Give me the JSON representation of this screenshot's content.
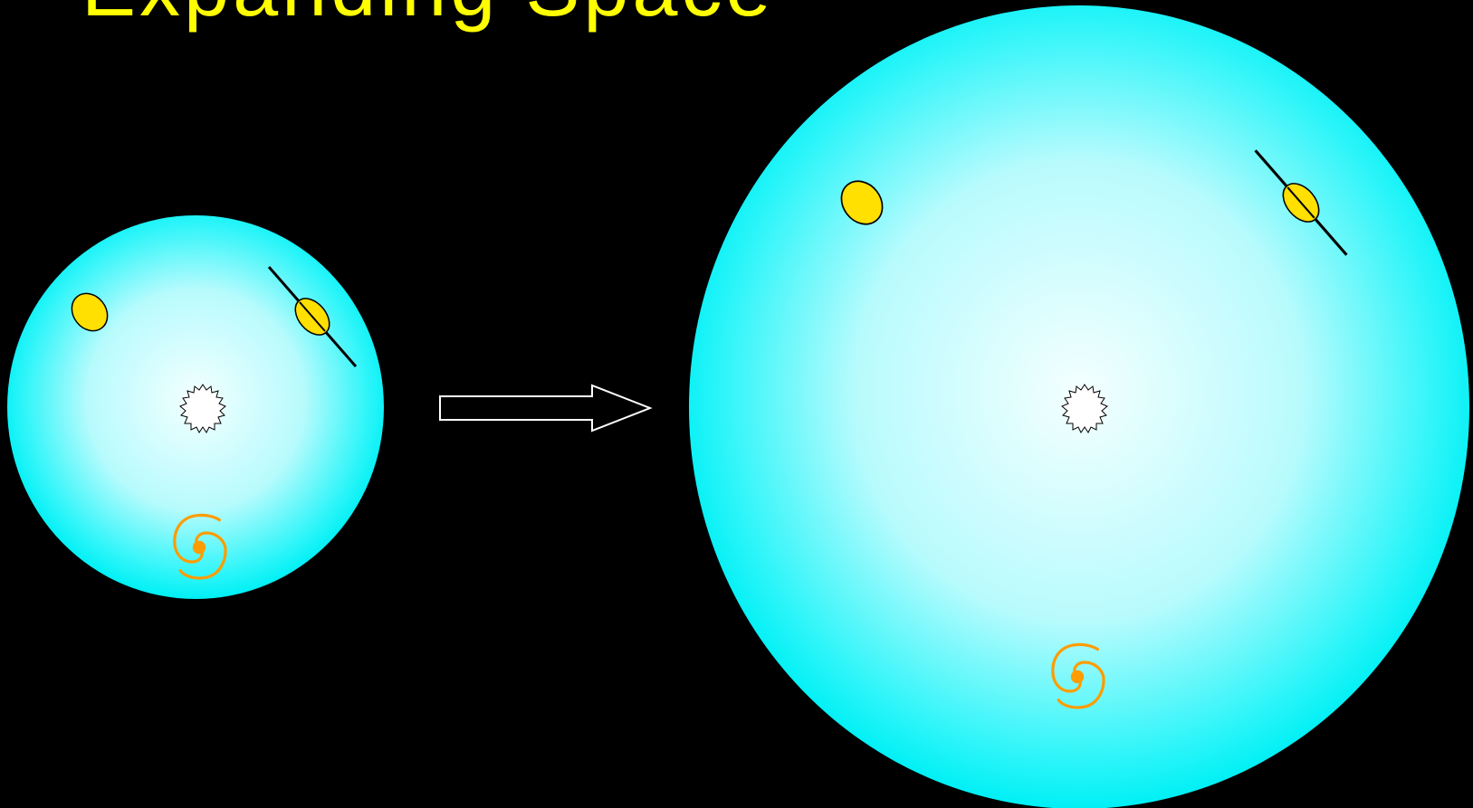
{
  "title": "Expanding Space",
  "colors": {
    "background": "#000000",
    "title": "#ffff00",
    "sphere_edge": "#00f4f8",
    "sphere_center": "#f4ffff",
    "elliptical_galaxy": "#ffe000",
    "spiral_galaxy": "#ff9c00",
    "star": "#ffffff",
    "arrow": "#ffffff"
  },
  "panels": [
    {
      "label": "universe-before",
      "objects": [
        "elliptical-galaxy",
        "edge-on-galaxy",
        "observer-star",
        "spiral-galaxy"
      ]
    },
    {
      "label": "universe-after",
      "objects": [
        "elliptical-galaxy",
        "edge-on-galaxy",
        "observer-star",
        "spiral-galaxy"
      ]
    }
  ],
  "arrow": {
    "icon": "right-arrow-icon",
    "meaning": "time"
  }
}
